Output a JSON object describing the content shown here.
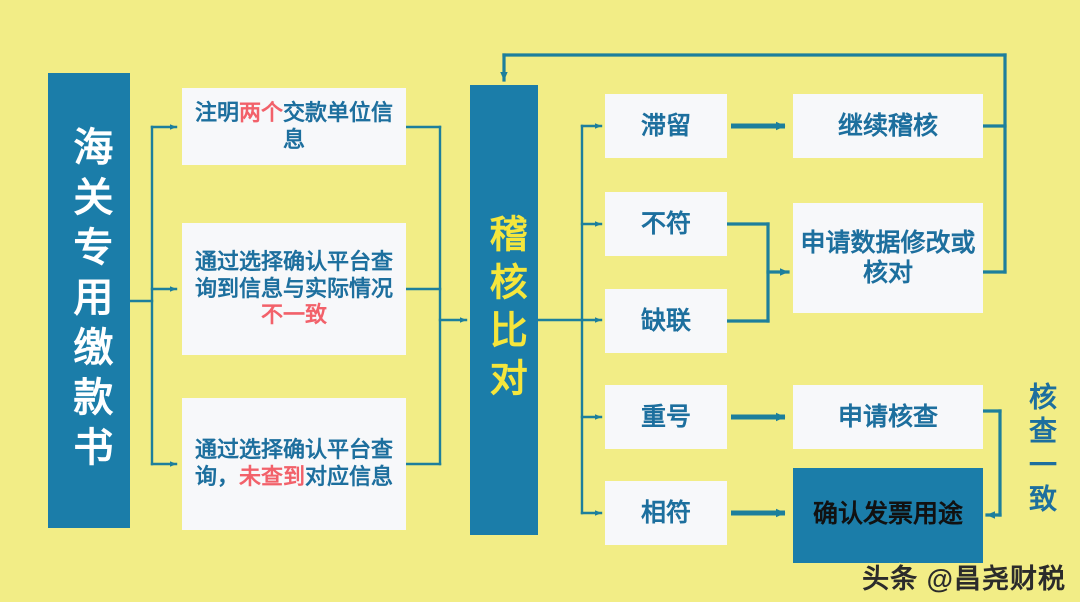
{
  "diagram": {
    "title_banner": "海关专用缴款书",
    "center_banner": "稽核比对",
    "colors": {
      "background": "#f2ed86",
      "banner_blue": "#1b7da9",
      "card_bg": "#f7f8fa",
      "text_blue": "#1d6f9e",
      "highlight_red": "#f2616a",
      "banner_yellow_text": "#f5e63c",
      "connector": "#1d7f9c"
    },
    "inputs": [
      {
        "id": "two-payers",
        "parts": [
          {
            "text": "注明",
            "highlight": false
          },
          {
            "text": "两个",
            "highlight": true
          },
          {
            "text": "交款单",
            "highlight": false
          },
          {
            "text": "位信息",
            "highlight": false
          }
        ],
        "plain": "注明两个交款单位信息"
      },
      {
        "id": "mismatch",
        "parts": [
          {
            "text": "通过选择确认平",
            "highlight": false
          },
          {
            "text": "台查询到信息与",
            "highlight": false
          },
          {
            "text": "实际情况",
            "highlight": false
          },
          {
            "text": "不一致",
            "highlight": true
          }
        ],
        "plain": "通过选择确认平台查询到信息与实际情况不一致"
      },
      {
        "id": "not-found",
        "parts": [
          {
            "text": "通过选择确认平",
            "highlight": false
          },
          {
            "text": "台查询，",
            "highlight": false
          },
          {
            "text": "未查到",
            "highlight": true
          },
          {
            "text": "对应信息",
            "highlight": false
          }
        ],
        "plain": "通过选择确认平台查询，未查到对应信息"
      }
    ],
    "results": [
      {
        "id": "stay",
        "label": "滞留"
      },
      {
        "id": "nomatch",
        "label": "不符"
      },
      {
        "id": "missing",
        "label": "缺联"
      },
      {
        "id": "dup",
        "label": "重号"
      },
      {
        "id": "match",
        "label": "相符"
      }
    ],
    "actions": [
      {
        "id": "continue",
        "label": "继续稽核",
        "style": "card"
      },
      {
        "id": "amend",
        "label": "申请数据修改或核对",
        "style": "card"
      },
      {
        "id": "verify",
        "label": "申请核查",
        "style": "card"
      },
      {
        "id": "purpose",
        "label": "确认发票用途",
        "style": "filled"
      }
    ],
    "side_label": "核查一致",
    "watermark": "头条 @昌尧财税"
  }
}
